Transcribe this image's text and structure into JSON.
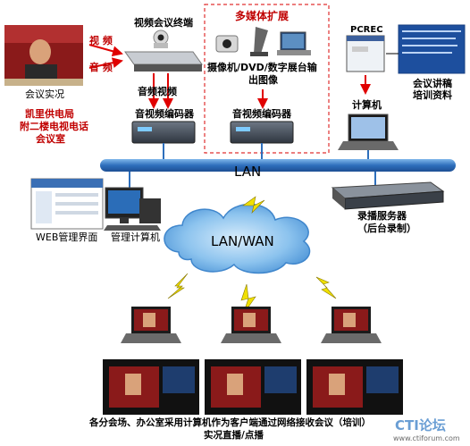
{
  "labels": {
    "video_terminal": "视频会议终端",
    "video": "视 频",
    "audio": "音 频",
    "av_signal": "音频视频",
    "encoder_left": "音视频编码器",
    "encoder_mid": "音视频编码器",
    "multimedia_title": "多媒体扩展",
    "multimedia_desc_1": "摄像机/DVD/数字展台输",
    "multimedia_desc_2": "出图像",
    "pcrec": "PCREC",
    "lecture_1": "会议讲稿",
    "lecture_2": "培训资料",
    "computer": "计算机",
    "live_caption": "会议实况",
    "room_1": "凯里供电局",
    "room_2": "附二楼电视电话",
    "room_3": "会议室",
    "lan": "LAN",
    "lan_wan": "LAN/WAN",
    "web_ui": "WEB管理界面",
    "admin_pc": "管理计算机",
    "rec_server_1": "录播服务器",
    "rec_server_2": "（后台录制）",
    "bottom_1": "各分会场、办公室采用计算机作为客户端通过网络接收会议（培训）",
    "bottom_2": "实况直播/点播",
    "watermark_brand": "CTI论坛",
    "watermark_url": "www.ctiforum.com"
  },
  "colors": {
    "lan_bar": "#3a7fc8",
    "cloud": "#5fa6e0",
    "arrow": "#e00000",
    "frame": "#e03030",
    "lightning": "#f0e000"
  }
}
